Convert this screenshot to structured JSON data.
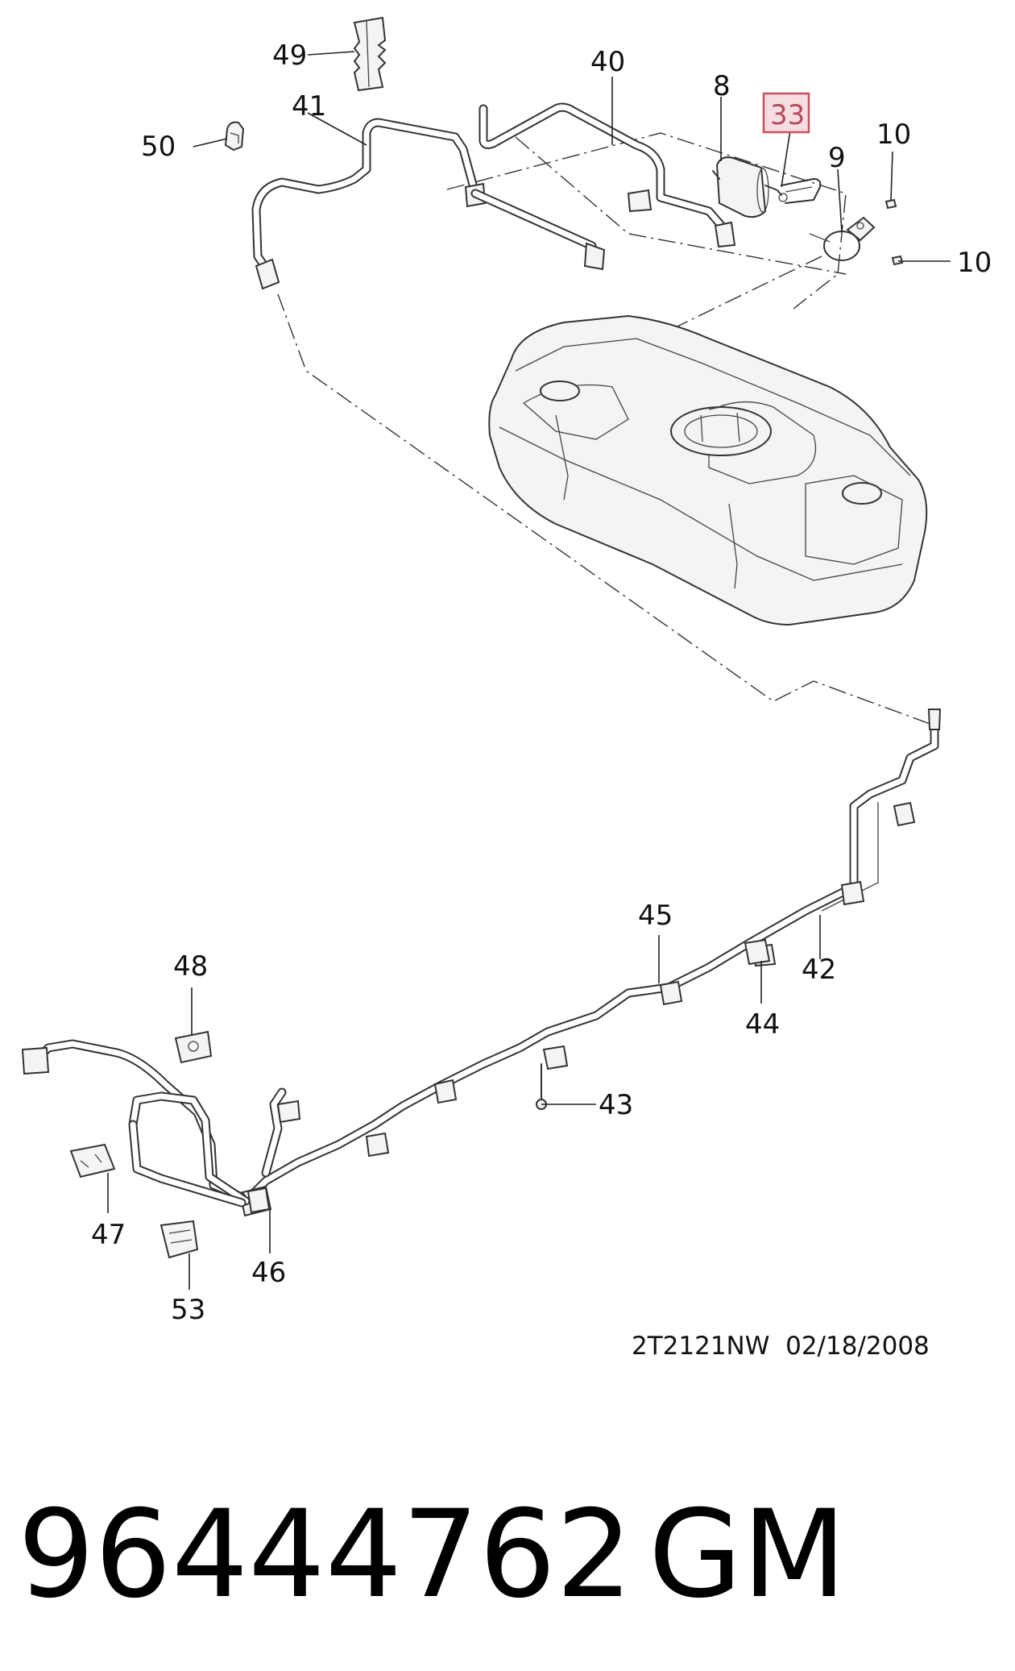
{
  "callouts": {
    "c49": "49",
    "c40": "40",
    "c8": "8",
    "c33": "33",
    "c41": "41",
    "c10a": "10",
    "c50": "50",
    "c9": "9",
    "c10b": "10",
    "c45": "45",
    "c48": "48",
    "c42": "42",
    "c44": "44",
    "c43": "43",
    "c47": "47",
    "c46": "46",
    "c53": "53"
  },
  "highlighted_callout": "33",
  "drawing_code": "2T2121NW  02/18/2008",
  "part_number": "96444762",
  "brand": "GM",
  "colors": {
    "highlight_fill": "#f6dde1",
    "highlight_border": "#c8505f",
    "line": "#333333"
  }
}
